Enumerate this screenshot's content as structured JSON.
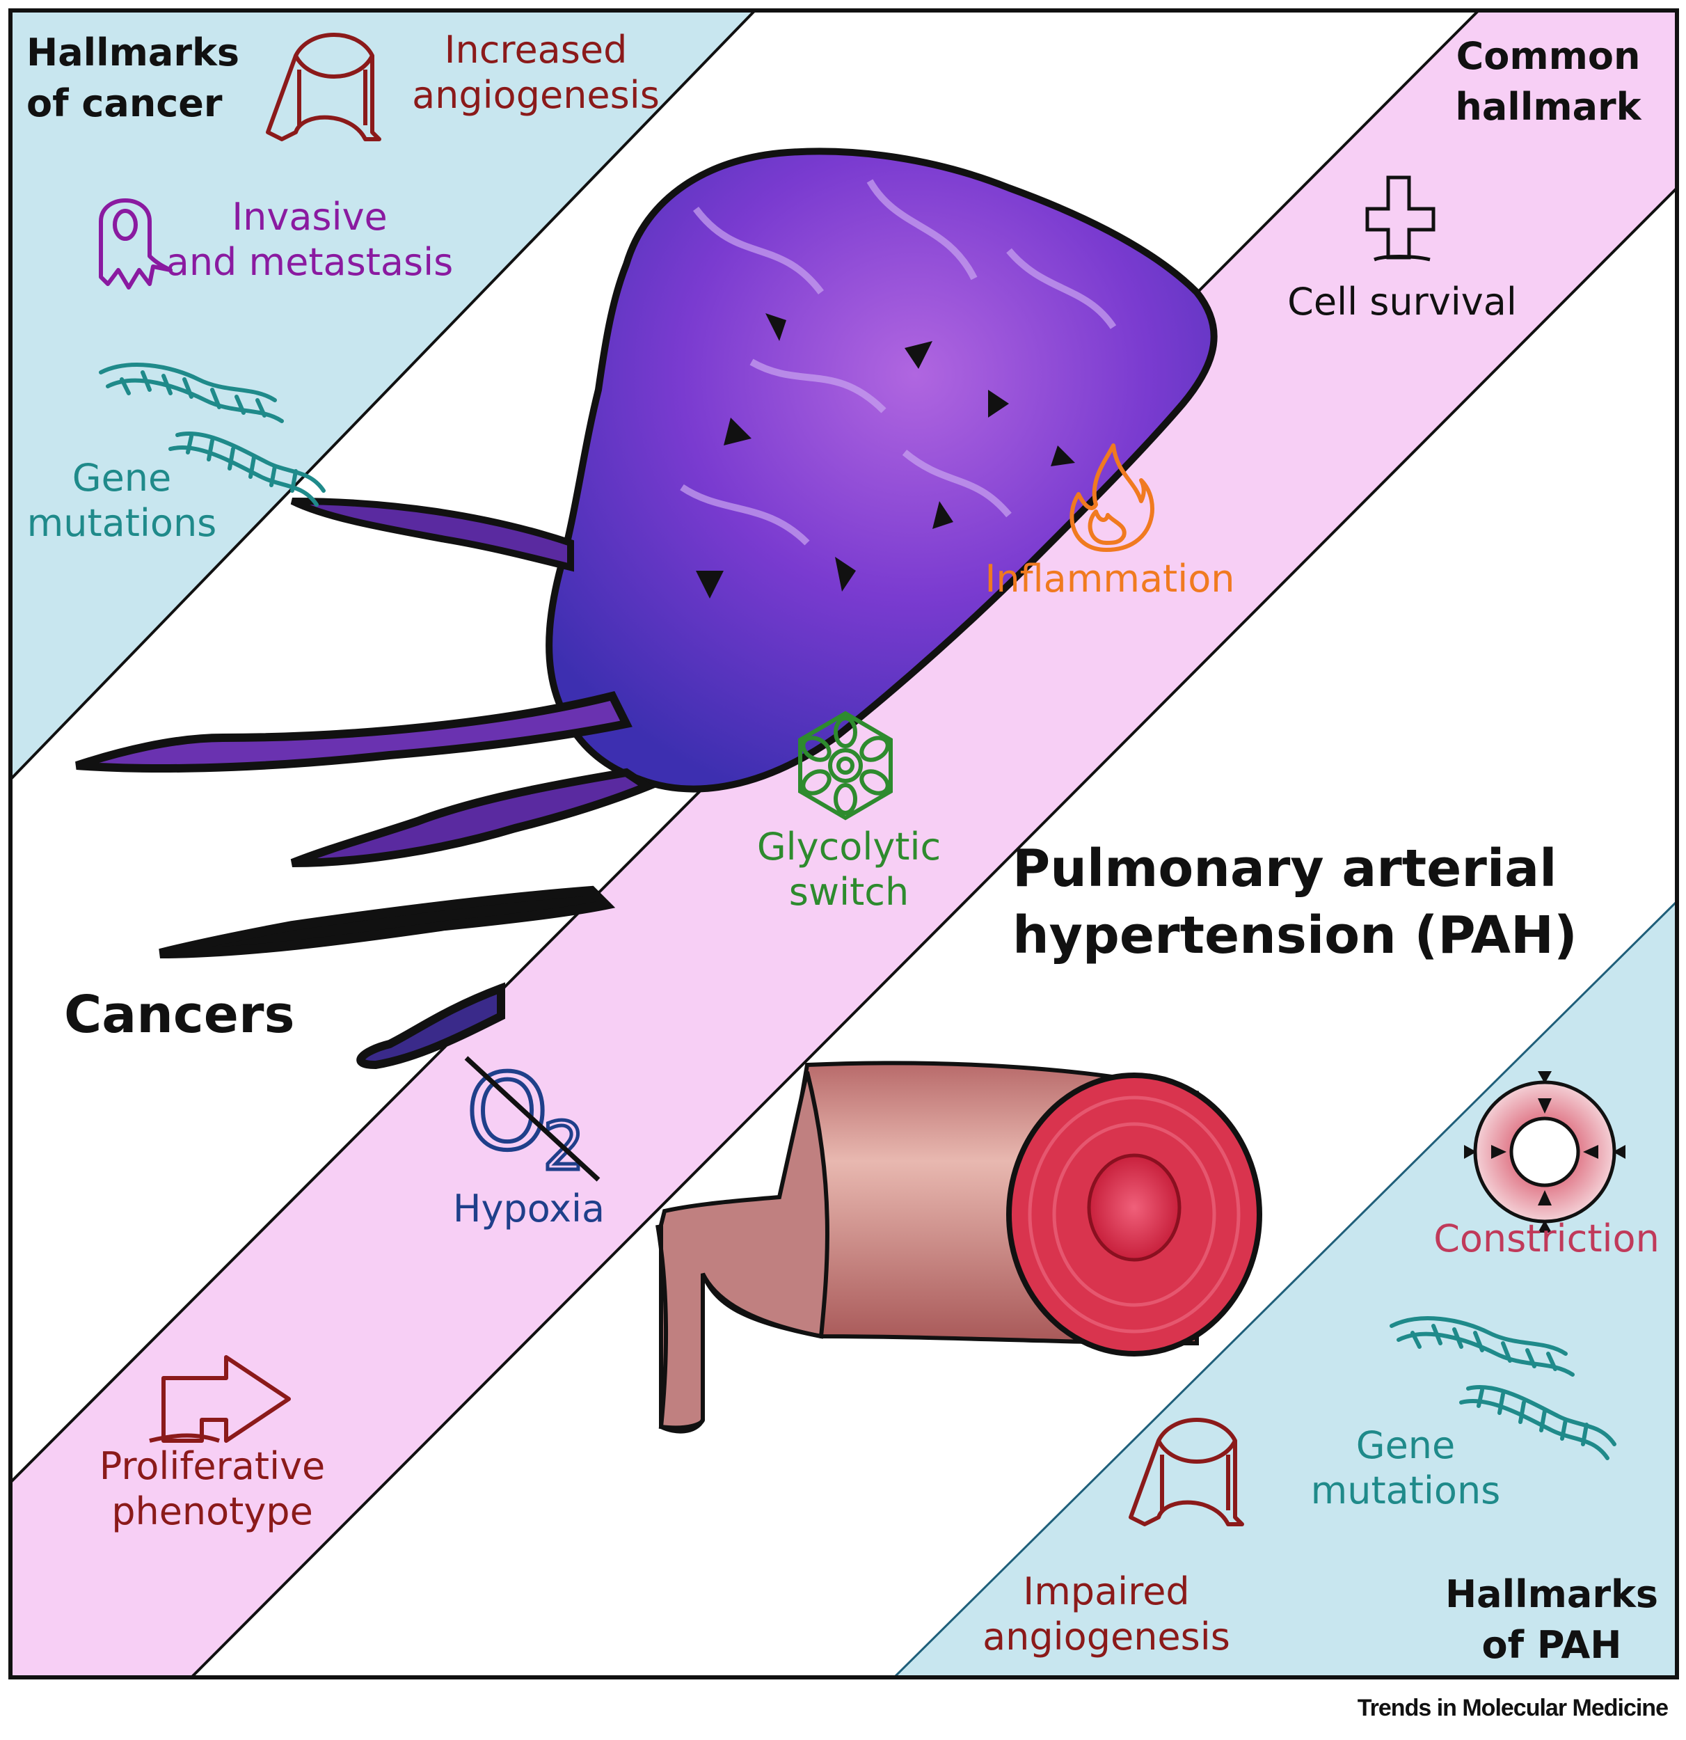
{
  "headers": {
    "cancer_hallmarks": [
      "Hallmarks",
      "of cancer"
    ],
    "common_hallmark": [
      "Common",
      "hallmark"
    ],
    "pah_hallmarks": [
      "Hallmarks",
      "of PAH"
    ]
  },
  "titles": {
    "cancers": "Cancers",
    "pah": [
      "Pulmonary arterial",
      "hypertension (PAH)"
    ]
  },
  "cancer_items": {
    "angiogenesis": [
      "Increased",
      "angiogenesis"
    ],
    "invasion": [
      "Invasive",
      "and metastasis"
    ],
    "mutations": [
      "Gene",
      "mutations"
    ]
  },
  "common_items": {
    "survival": "Cell survival",
    "inflammation": "Inflammation",
    "glycolytic": [
      "Glycolytic",
      "switch"
    ],
    "hypoxia": "Hypoxia",
    "oxygen_symbol": "O",
    "oxygen_subscript": "2",
    "proliferative": [
      "Proliferative",
      "phenotype"
    ]
  },
  "pah_items": {
    "constriction": "Constriction",
    "mutations": [
      "Gene",
      "mutations"
    ],
    "angiogenesis": [
      "Impaired",
      "angiogenesis"
    ]
  },
  "footer": "Trends in Molecular Medicine",
  "colors": {
    "cancer_band": "#c8e6ef",
    "common_band": "#f7cff5",
    "angiogenesis": "#8b1a1a",
    "invasion": "#8a1aa0",
    "mutations": "#1f8a8a",
    "inflammation": "#f07a20",
    "glycolytic": "#2e8b2e",
    "hypoxia": "#1f3f8a",
    "constriction": "#c03a5a"
  }
}
